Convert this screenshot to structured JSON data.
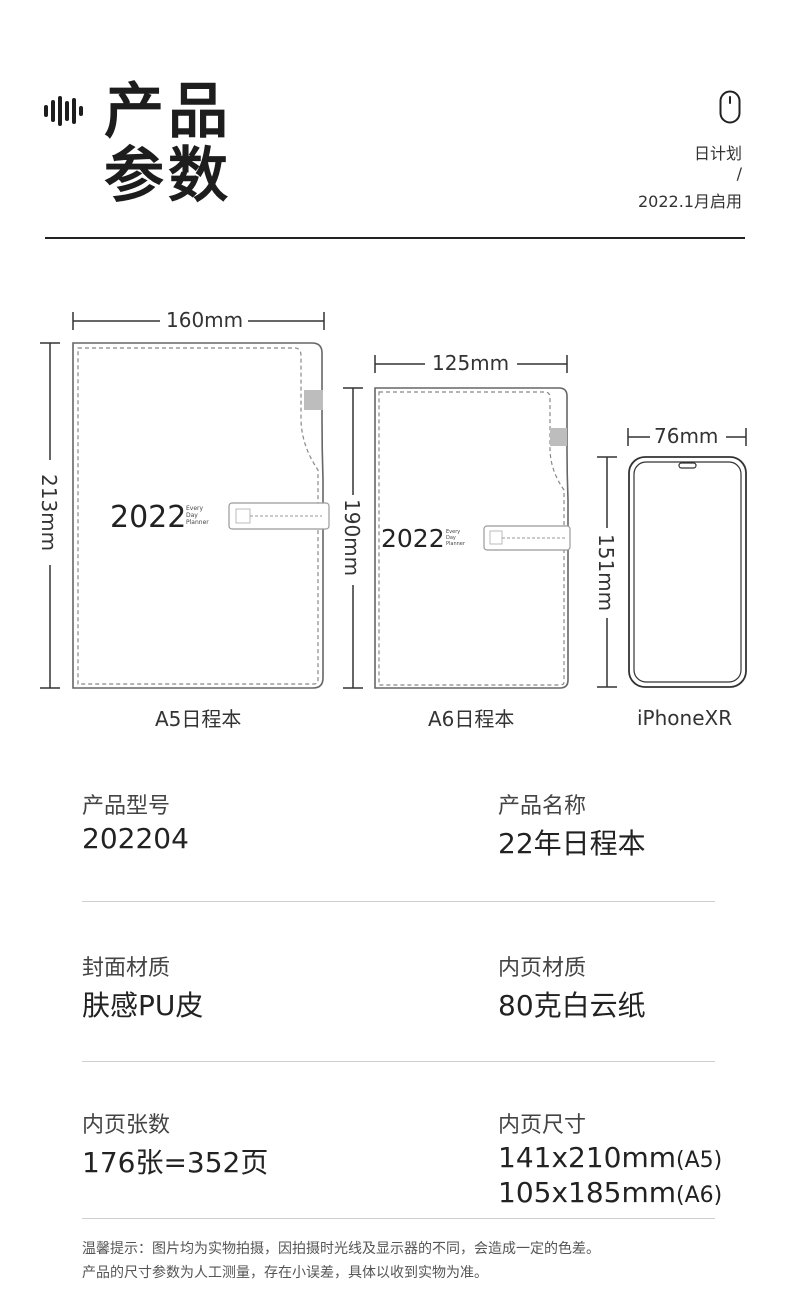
{
  "header": {
    "title_line1": "产品",
    "title_line2": "参数",
    "plan_label": "日计划",
    "slash": "/",
    "start_date": "2022.1月启用"
  },
  "diagram": {
    "a5": {
      "width": "160mm",
      "height": "213mm",
      "cover_year": "2022",
      "cover_tag": [
        "Every",
        "Day",
        "Planner"
      ],
      "caption": "A5日程本"
    },
    "a6": {
      "width": "125mm",
      "height": "190mm",
      "cover_year": "2022",
      "cover_tag": [
        "Every",
        "Day",
        "Planner"
      ],
      "caption": "A6日程本"
    },
    "phone": {
      "width": "76mm",
      "height": "151mm",
      "caption": "iPhoneXR"
    }
  },
  "specs": [
    {
      "label": "产品型号",
      "value": "202204"
    },
    {
      "label": "产品名称",
      "value": "22年日程本"
    },
    {
      "label": "封面材质",
      "value": "肤感PU皮"
    },
    {
      "label": "内页材质",
      "value": "80克白云纸"
    },
    {
      "label": "内页张数",
      "value": "176张=352页"
    },
    {
      "label": "内页尺寸",
      "value_a": "141x210mm",
      "suffix_a": "(A5)",
      "value_b": "105x185mm",
      "suffix_b": "(A6)"
    }
  ],
  "note": {
    "line1": "温馨提示：图片均为实物拍摄，因拍摄时光线及显示器的不同，会造成一定的色差。",
    "line2": "产品的尺寸参数为人工测量，存在小误差，具体以收到实物为准。"
  },
  "colors": {
    "accent": "#1d1d1d",
    "line": "#cfcfcf",
    "cover_stroke": "#666666"
  },
  "icons": [
    "sound-wave-icon",
    "mouse-icon"
  ]
}
